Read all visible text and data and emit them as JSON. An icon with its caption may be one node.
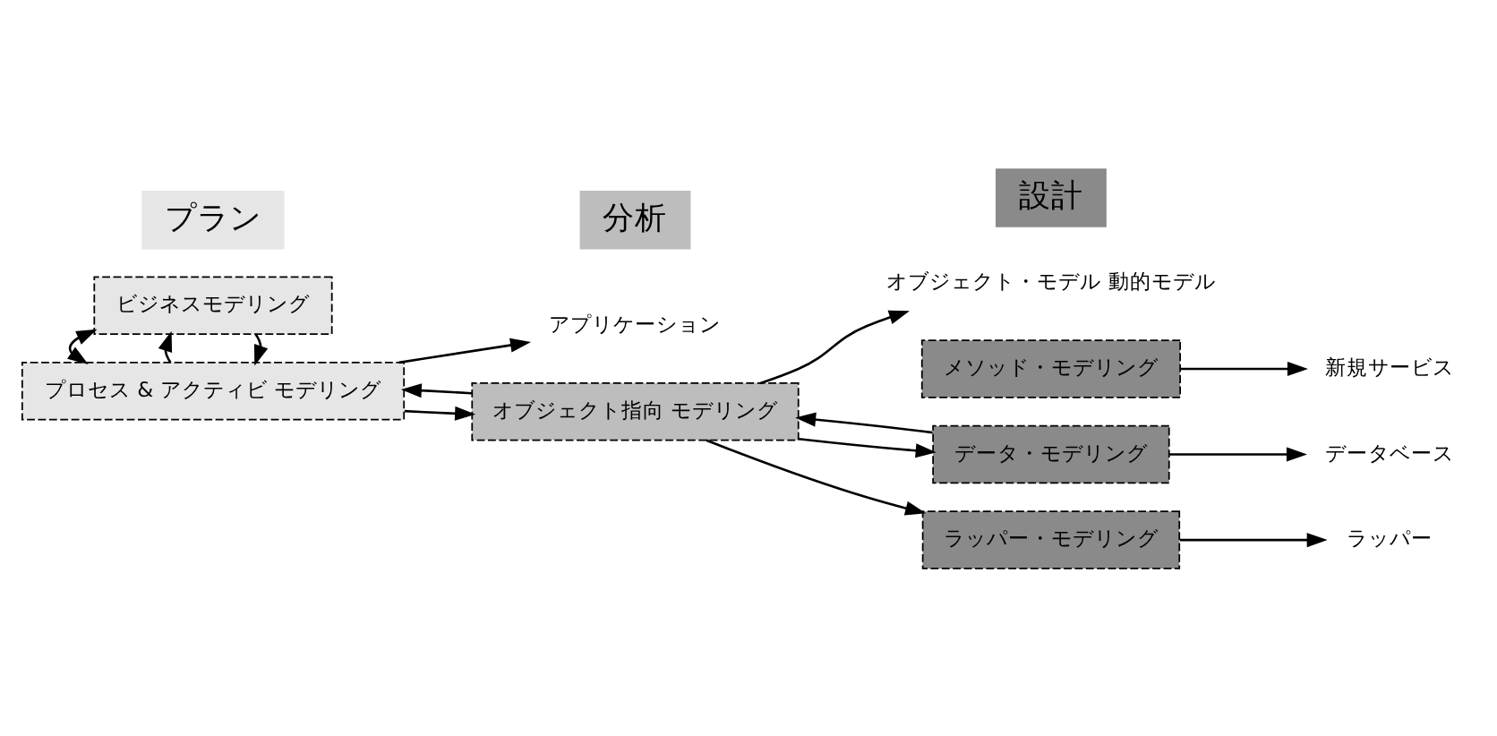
{
  "diagram": {
    "nodes": [
      {
        "text": [
          "プラン"
        ]
      },
      {
        "text": [
          "分析"
        ]
      },
      {
        "text": [
          "設計"
        ]
      },
      {
        "text": [
          "ビジネスモデリング"
        ]
      },
      {
        "text": [
          "プロセス & アクティビ モデリング"
        ]
      },
      {
        "text": [
          "オブジェクト指向 モデリング"
        ]
      },
      {
        "text": [
          "データ・モデリング"
        ]
      },
      {
        "text": [
          "メソッド・モデリング"
        ]
      },
      {
        "text": [
          "ラッパー・モデリング"
        ]
      },
      {
        "text": [
          "アプリケーション"
        ]
      },
      {
        "text": [
          "オブジェクト・モデル 動的モデル"
        ]
      },
      {
        "text": [
          "データベース"
        ]
      },
      {
        "text": [
          "新規サービス"
        ]
      },
      {
        "text": [
          "ラッパー"
        ]
      }
    ],
    "edges": [
      {
        "from": 3,
        "to": 4,
        "arrow": "to"
      },
      {
        "from": 4,
        "to": 3,
        "arrow": "to"
      },
      {
        "from": 3,
        "to": 4,
        "arrow": "both"
      },
      {
        "from": 4,
        "to": 5,
        "arrow": "to"
      },
      {
        "from": 5,
        "to": 4,
        "arrow": "to"
      },
      {
        "from": 4,
        "to": 9,
        "arrow": "to"
      },
      {
        "from": 5,
        "to": 10,
        "arrow": "to"
      },
      {
        "from": 5,
        "to": 6,
        "arrow": "to"
      },
      {
        "from": 5,
        "to": 8,
        "arrow": "to"
      },
      {
        "from": 6,
        "to": 5,
        "arrow": "to"
      },
      {
        "from": 6,
        "to": 11,
        "arrow": "to"
      },
      {
        "from": 7,
        "to": 12,
        "arrow": "to"
      },
      {
        "from": 8,
        "to": 13,
        "arrow": "to"
      }
    ]
  }
}
